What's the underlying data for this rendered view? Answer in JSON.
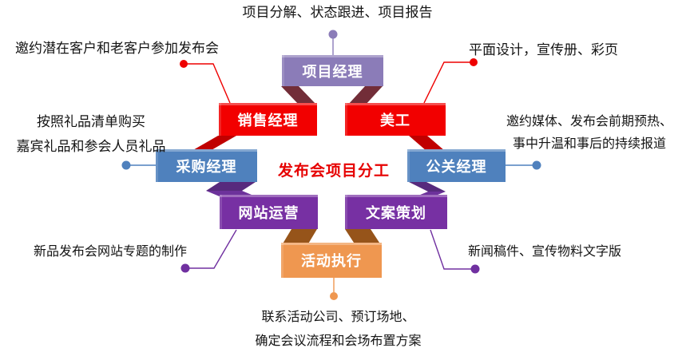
{
  "diagram": {
    "center_title": "发布会项目分工"
  },
  "colors": {
    "center_text": "#e60000",
    "fold_maroon": "#722d38",
    "fold_dark_red": "#c00000",
    "fold_dark_purple": "#572a7d",
    "fold_mid_purple": "#6d329b",
    "fold_brown": "#96541a",
    "connector_muted_purple": "#8b7cb8",
    "connector_red": "#ee0000",
    "connector_blue": "#4f81bd",
    "connector_purple": "#7030a0",
    "connector_orange": "#ef9750"
  },
  "nodes": [
    {
      "id": "project-manager",
      "label": "项目经理",
      "color": "#8b7cb8"
    },
    {
      "id": "sales-manager",
      "label": "销售经理",
      "color": "#f20000"
    },
    {
      "id": "art-designer",
      "label": "美工",
      "color": "#f20000"
    },
    {
      "id": "purchasing-manager",
      "label": "采购经理",
      "color": "#4f81bd"
    },
    {
      "id": "pr-manager",
      "label": "公关经理",
      "color": "#4f81bd"
    },
    {
      "id": "website-operations",
      "label": "网站运营",
      "color": "#7730a3"
    },
    {
      "id": "copywriting",
      "label": "文案策划",
      "color": "#7730a3"
    },
    {
      "id": "event-execution",
      "label": "活动执行",
      "color": "#ef9750"
    }
  ],
  "annotations": [
    {
      "id": "project-manager-note",
      "lines": [
        "项目分解、状态跟进、项目报告"
      ]
    },
    {
      "id": "sales-manager-note",
      "lines": [
        "邀约潜在客户和老客户参加发布会"
      ]
    },
    {
      "id": "art-designer-note",
      "lines": [
        "平面设计，宣传册、彩页"
      ]
    },
    {
      "id": "purchasing-manager-note",
      "lines": [
        "按照礼品清单购买",
        "嘉宾礼品和参会人员礼品"
      ]
    },
    {
      "id": "pr-manager-note",
      "lines": [
        "邀约媒体、发布会前期预热、",
        "事中升温和事后的持续报道"
      ]
    },
    {
      "id": "website-operations-note",
      "lines": [
        "新品发布会网站专题的制作"
      ]
    },
    {
      "id": "copywriting-note",
      "lines": [
        "新闻稿件、宣传物料文字版"
      ]
    },
    {
      "id": "event-execution-note",
      "lines": [
        "联系活动公司、预订场地、",
        "确定会议流程和会场布置方案"
      ]
    }
  ]
}
